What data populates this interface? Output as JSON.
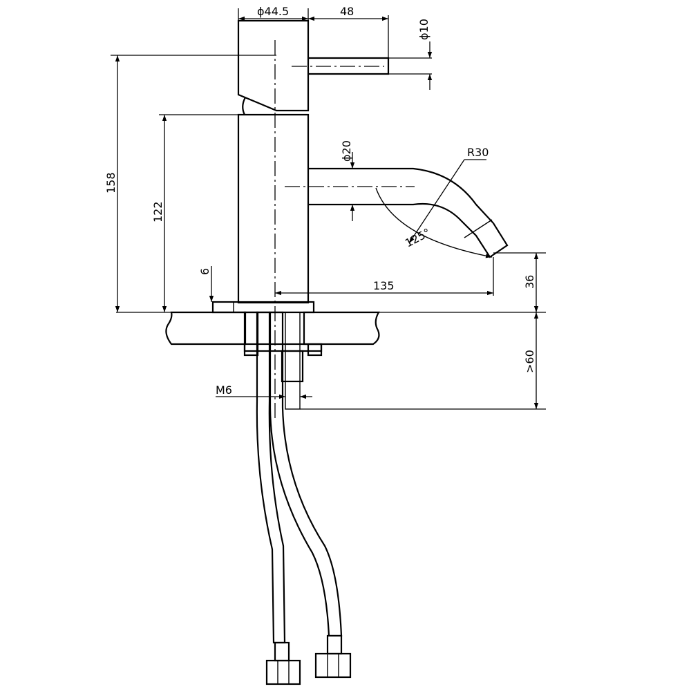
{
  "dimensions": {
    "body_diameter": "ϕ44.5",
    "lever_length": "48",
    "lever_diameter": "ϕ10",
    "total_height": "158",
    "body_height": "122",
    "base_thickness": "6",
    "spout_diameter": "ϕ20",
    "bend_radius": "R30",
    "bend_angle": "125°",
    "spout_reach": "135",
    "outlet_height": "36",
    "below_deck": ">60",
    "thread": "M6"
  }
}
